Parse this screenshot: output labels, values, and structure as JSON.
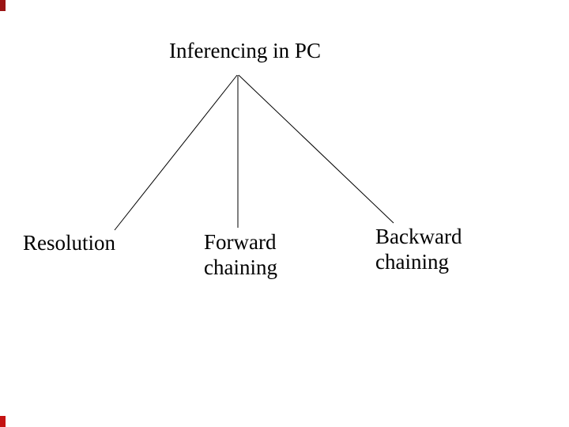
{
  "diagram": {
    "type": "tree",
    "root": {
      "label": "Inferencing in PC"
    },
    "children": [
      {
        "label": "Resolution"
      },
      {
        "label": "Forward chaining"
      },
      {
        "label": "Backward chaining"
      }
    ]
  },
  "labels": {
    "title": "Inferencing in PC",
    "resolution": "Resolution",
    "forward": [
      "Forward",
      "chaining"
    ],
    "backward": [
      "Backward",
      "chaining"
    ]
  },
  "colors": {
    "text": "#000000",
    "line": "#000000",
    "background": "#ffffff",
    "left_edge_mark_top": "#9b1515",
    "left_edge_mark_bottom": "#c51212"
  }
}
